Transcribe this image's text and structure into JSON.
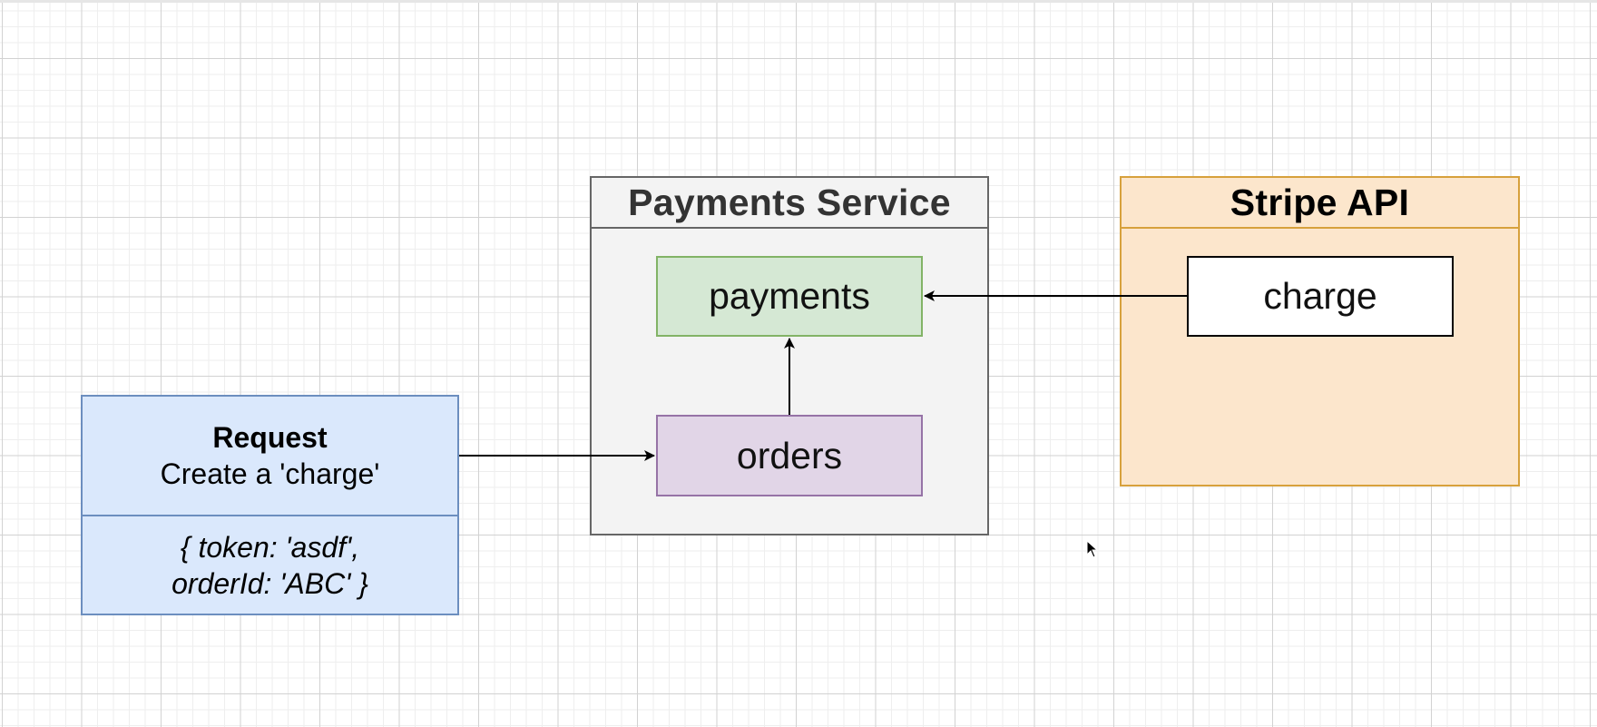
{
  "diagram": {
    "payments_service": {
      "title": "Payments Service",
      "nodes": {
        "payments": "payments",
        "orders": "orders"
      }
    },
    "stripe_api": {
      "title": "Stripe API",
      "nodes": {
        "charge": "charge"
      }
    },
    "request": {
      "title": "Request",
      "subtitle": "Create a 'charge'",
      "body_line1": "{ token: 'asdf',",
      "body_line2": "orderId: 'ABC' }"
    },
    "edges": [
      {
        "from": "request",
        "to": "orders"
      },
      {
        "from": "orders",
        "to": "payments"
      },
      {
        "from": "charge",
        "to": "payments"
      }
    ],
    "colors": {
      "payments_fill": "#d5e8d4",
      "payments_stroke": "#82b366",
      "orders_fill": "#e1d5e7",
      "orders_stroke": "#9673a6",
      "request_fill": "#dae8fc",
      "request_stroke": "#6c8ebf",
      "stripe_fill": "#fce6cc",
      "stripe_stroke": "#d7a13c",
      "service_fill": "#f3f3f3",
      "service_stroke": "#666666"
    }
  }
}
